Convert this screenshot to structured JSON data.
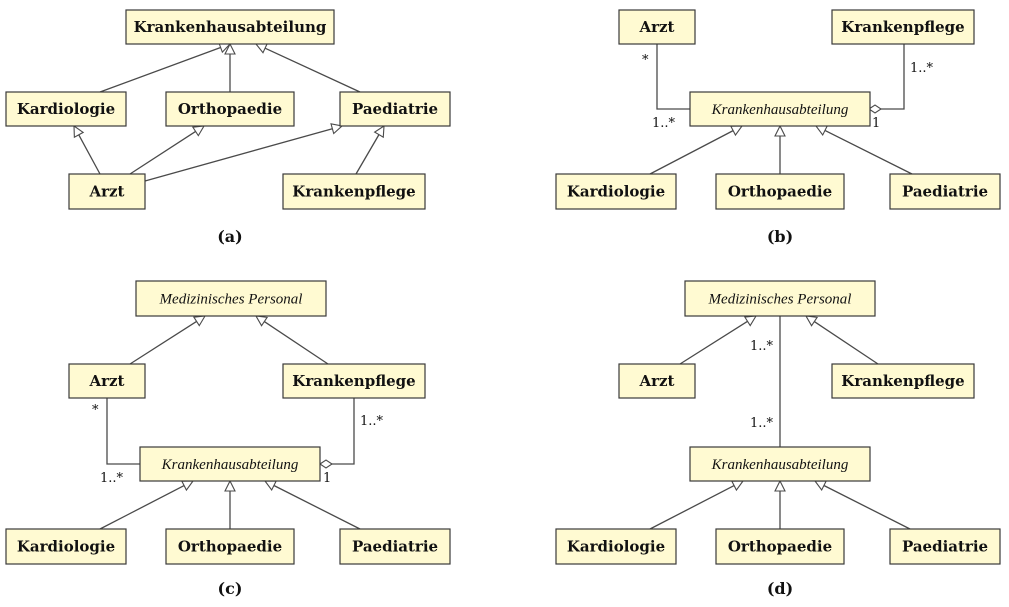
{
  "panels": [
    {
      "id": "a",
      "caption": "(a)",
      "nodes": {
        "krankenhausabteilung": "Krankenhausabteilung",
        "kardiologie": "Kardiologie",
        "orthopaedie": "Orthopaedie",
        "paediatrie": "Paediatrie",
        "arzt": "Arzt",
        "krankenpflege": "Krankenpflege"
      }
    },
    {
      "id": "b",
      "caption": "(b)",
      "nodes": {
        "arzt": "Arzt",
        "krankenpflege": "Krankenpflege",
        "krankenhausabteilung": "Krankenhausabteilung",
        "kardiologie": "Kardiologie",
        "orthopaedie": "Orthopaedie",
        "paediatrie": "Paediatrie"
      },
      "multiplicities": {
        "arzt_end": "*",
        "abteilung_arzt_end": "1..*",
        "krankenpflege_end": "1..*",
        "abteilung_pflege_end": "1"
      }
    },
    {
      "id": "c",
      "caption": "(c)",
      "nodes": {
        "personal": "Medizinisches Personal",
        "arzt": "Arzt",
        "krankenpflege": "Krankenpflege",
        "krankenhausabteilung": "Krankenhausabteilung",
        "kardiologie": "Kardiologie",
        "orthopaedie": "Orthopaedie",
        "paediatrie": "Paediatrie"
      },
      "multiplicities": {
        "arzt_end": "*",
        "abteilung_arzt_end": "1..*",
        "krankenpflege_end": "1..*",
        "abteilung_pflege_end": "1"
      }
    },
    {
      "id": "d",
      "caption": "(d)",
      "nodes": {
        "personal": "Medizinisches Personal",
        "arzt": "Arzt",
        "krankenpflege": "Krankenpflege",
        "krankenhausabteilung": "Krankenhausabteilung",
        "kardiologie": "Kardiologie",
        "orthopaedie": "Orthopaedie",
        "paediatrie": "Paediatrie"
      },
      "multiplicities": {
        "personal_end": "1..*",
        "abteilung_end": "1..*"
      }
    }
  ]
}
